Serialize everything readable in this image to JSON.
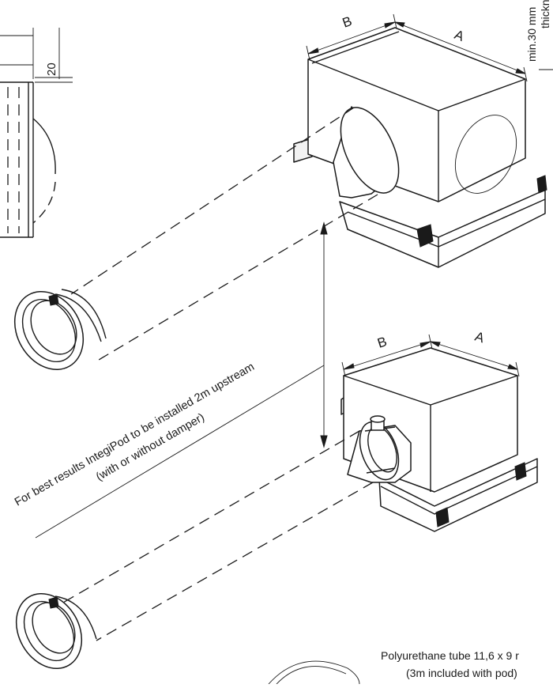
{
  "labels": {
    "dim_b": "B",
    "dim_a": "A",
    "dim_20": "20",
    "insulation_note_line1": "min.30 mm",
    "insulation_note_line2": "thickn",
    "install_note_line1": "For best results IntegiPod to be installed 2m upstream",
    "install_note_line2": "(with or without damper)",
    "tube_note_line1": "Polyurethane tube 11,6 x 9 r",
    "tube_note_line2": "(3m included with pod)"
  }
}
